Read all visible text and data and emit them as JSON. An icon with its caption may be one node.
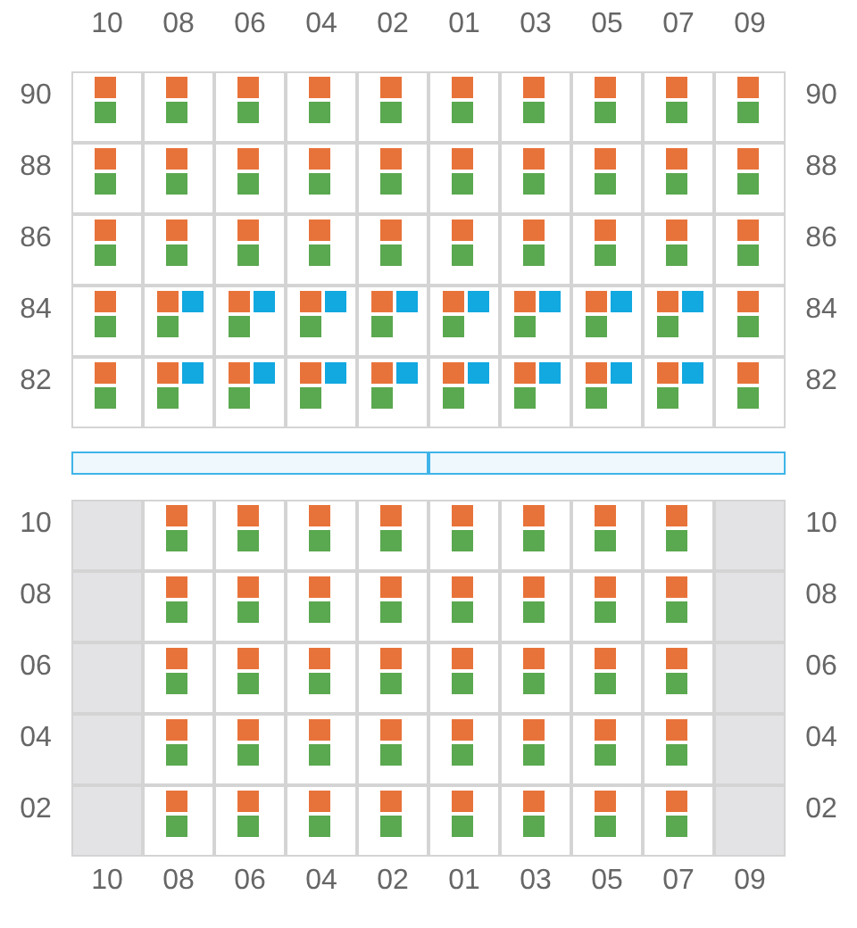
{
  "diagram": {
    "labels": [
      "10",
      "08",
      "06",
      "04",
      "02",
      "01",
      "03",
      "05",
      "07",
      "09",
      "90",
      "90",
      "88",
      "88",
      "86",
      "86",
      "84",
      "84",
      "82",
      "82",
      "10",
      "10",
      "08",
      "08",
      "06",
      "06",
      "04",
      "04",
      "02",
      "02",
      "10",
      "08",
      "06",
      "04",
      "02",
      "01",
      "03",
      "05",
      "07",
      "09"
    ]
  }
}
